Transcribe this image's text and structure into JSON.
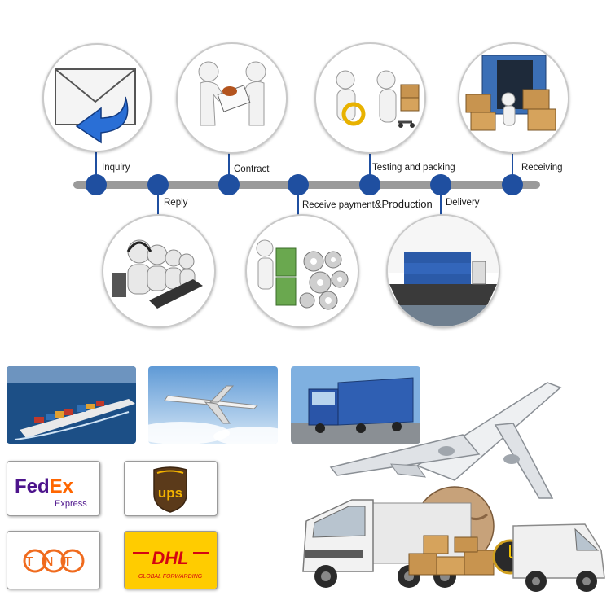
{
  "process_steps": {
    "inquiry": "Inquiry",
    "reply": "Reply",
    "contract": "Contract",
    "receive_payment": "Receive payment",
    "production": "Production",
    "testing_and_packing": "Testing and packing",
    "delivery": "Delivery",
    "receiving": "Receiving"
  },
  "carrier_logos": {
    "fedex": "FedEx",
    "fedex_sub": "Express",
    "ups": "ups",
    "tnt": "TNT",
    "dhl": "DHL",
    "dhl_sub": "GLOBAL FORWARDING"
  },
  "icons": [
    "envelope-reply-icon",
    "headset-operators-icon",
    "handshake-contract-icon",
    "money-gears-icon",
    "magnifier-inspection-icon",
    "cargo-ship-icon",
    "container-boxes-icon"
  ],
  "colors": {
    "timeline": "#9a9a9a",
    "node": "#1f4fa0",
    "fedex_purple": "#4d148c",
    "fedex_orange": "#ff6600",
    "ups_brown": "#5b3a1a",
    "ups_gold": "#f2b300",
    "tnt_orange": "#f06b1e",
    "dhl_yellow": "#ffcc00",
    "dhl_red": "#d40511"
  }
}
